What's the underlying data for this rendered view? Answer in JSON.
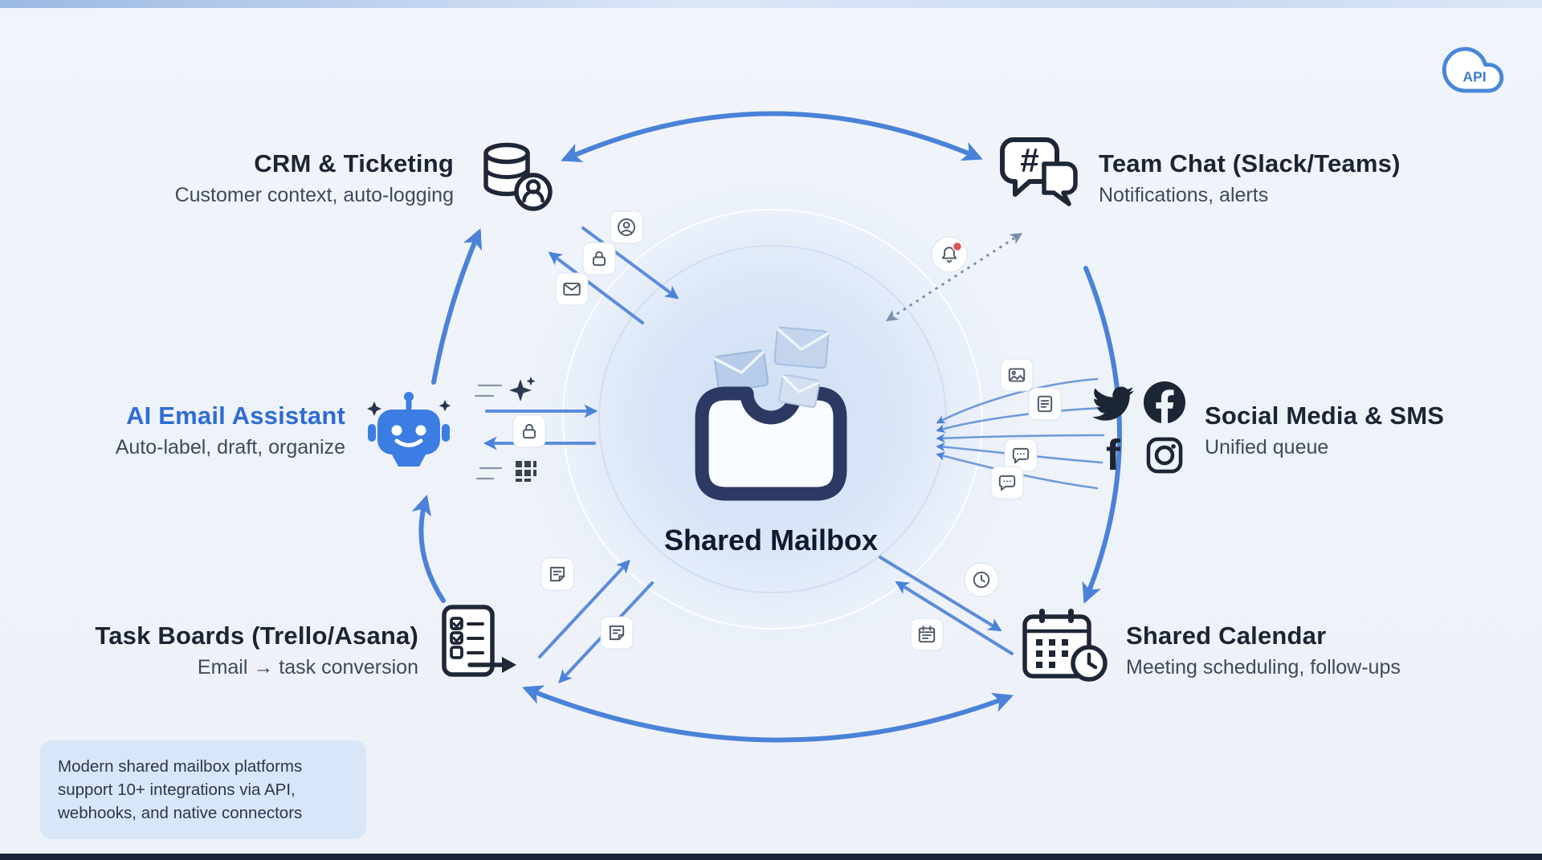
{
  "api_badge": {
    "label": "API"
  },
  "center": {
    "label": "Shared Mailbox"
  },
  "nodes": {
    "crm": {
      "title": "CRM & Ticketing",
      "subtitle": "Customer context, auto-logging"
    },
    "team_chat": {
      "title": "Team Chat (Slack/Teams)",
      "subtitle": "Notifications, alerts"
    },
    "ai_assistant": {
      "title": "AI Email Assistant",
      "subtitle": "Auto-label, draft, organize"
    },
    "social": {
      "title": "Social Media & SMS",
      "subtitle": "Unified queue"
    },
    "task_boards": {
      "title": "Task Boards (Trello/Asana)",
      "subtitle": "Email → task conversion"
    },
    "calendar": {
      "title": "Shared Calendar",
      "subtitle": "Meeting scheduling, follow-ups"
    }
  },
  "note": {
    "line1": "Modern shared mailbox platforms",
    "line2": "support 10+ integrations via API,",
    "line3": "webhooks, and native connectors"
  },
  "glyphs": {
    "hash": "#",
    "facebook_f": "f"
  },
  "colors": {
    "arrow": "#4a82d8",
    "accent_title": "#2e6cd4",
    "title": "#1c2433",
    "subtitle": "#3e4a5c",
    "robot": "#3b7de2",
    "mailbox": "#2c3963"
  }
}
